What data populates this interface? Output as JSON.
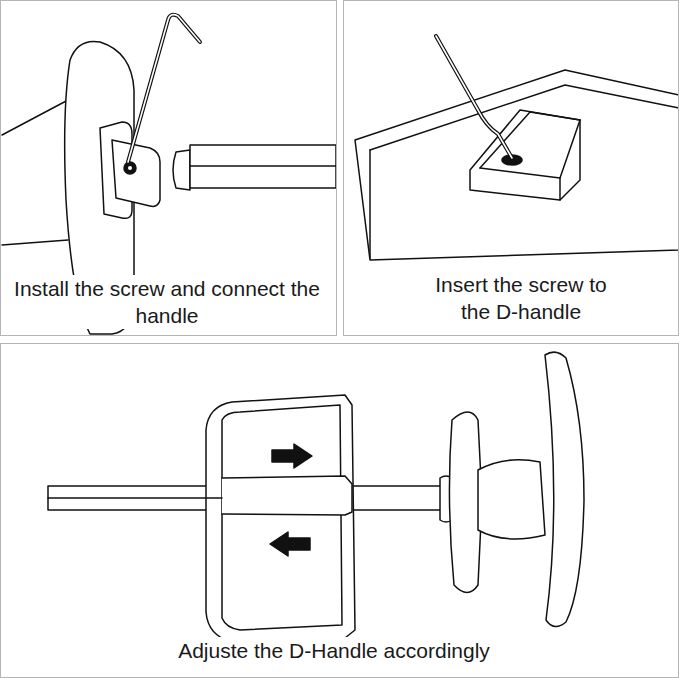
{
  "diagram": {
    "nodes": [
      {
        "text": [
          "Install the screw and connect the handle"
        ]
      },
      {
        "text": [
          "Insert the screw to the D-handle"
        ]
      },
      {
        "text": [
          "Adjuste the D-Handle accordingly"
        ]
      }
    ]
  }
}
